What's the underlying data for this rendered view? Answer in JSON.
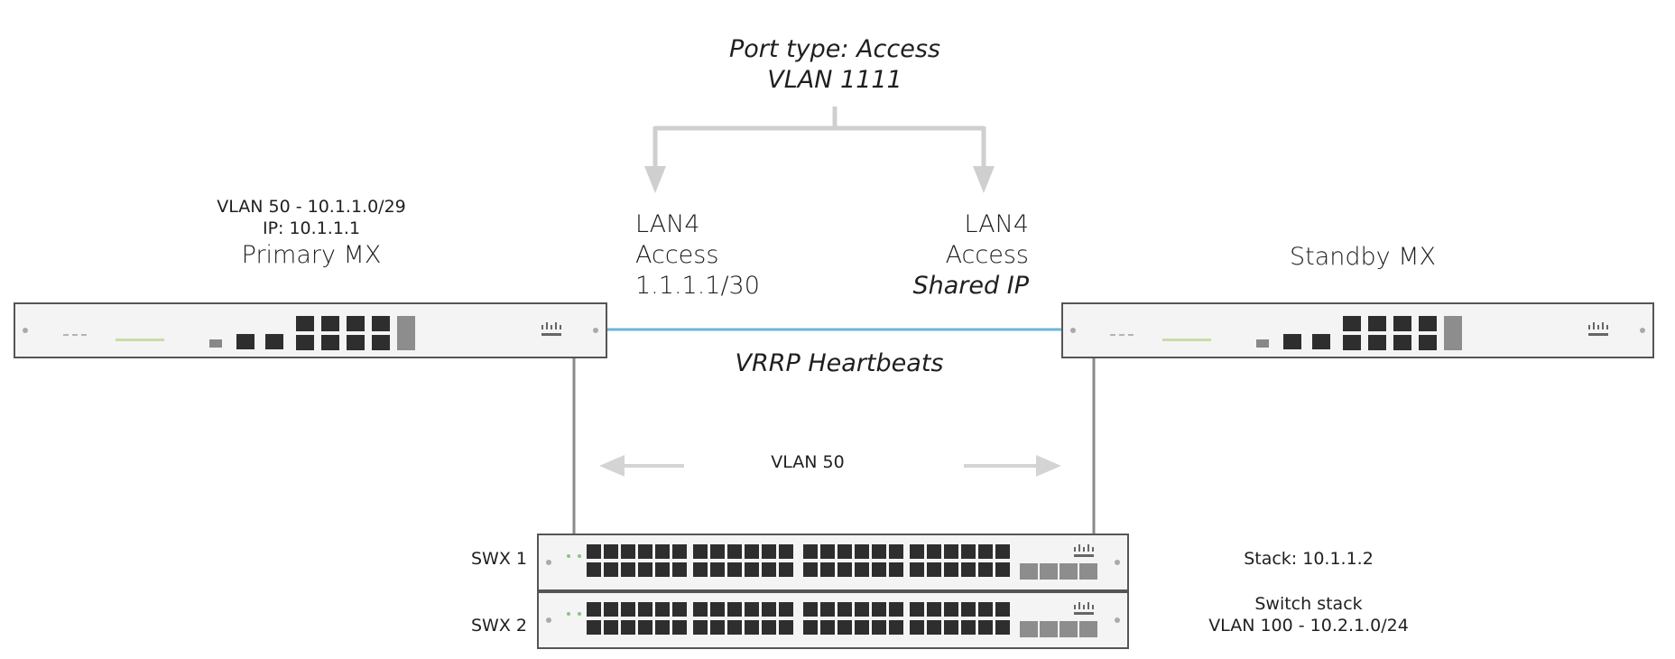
{
  "top_label": {
    "line1": "Port type: Access",
    "line2": "VLAN 1111"
  },
  "primary_mx": {
    "vlan": "VLAN 50 - 10.1.1.0/29",
    "ip": "IP: 10.1.1.1",
    "name": "Primary MX"
  },
  "standby_mx": {
    "name": "Standby MX"
  },
  "lan4_primary": {
    "line1": "LAN4",
    "line2": "Access",
    "line3": "1.1.1.1/30"
  },
  "lan4_standby": {
    "line1": "LAN4",
    "line2": "Access",
    "line3": "Shared IP"
  },
  "heartbeat_label": "VRRP Heartbeats",
  "vlan50_label": "VLAN 50",
  "switches": {
    "swx1": "SWX 1",
    "swx2": "SWX 2"
  },
  "stack": {
    "ip": "Stack: 10.1.1.2",
    "line1": "Switch stack",
    "line2": "VLAN 100 - 10.2.1.0/24"
  },
  "colors": {
    "heartbeat_link": "#6bb6d6",
    "connector": "#cfcfcf",
    "uplink": "#8a8a8a",
    "device_border": "#555555",
    "device_fill": "#f4f4f4",
    "port": "#2e2e2e"
  },
  "icons": {
    "mx_logo": "cisco-logo",
    "switch_logo": "cisco-logo"
  }
}
